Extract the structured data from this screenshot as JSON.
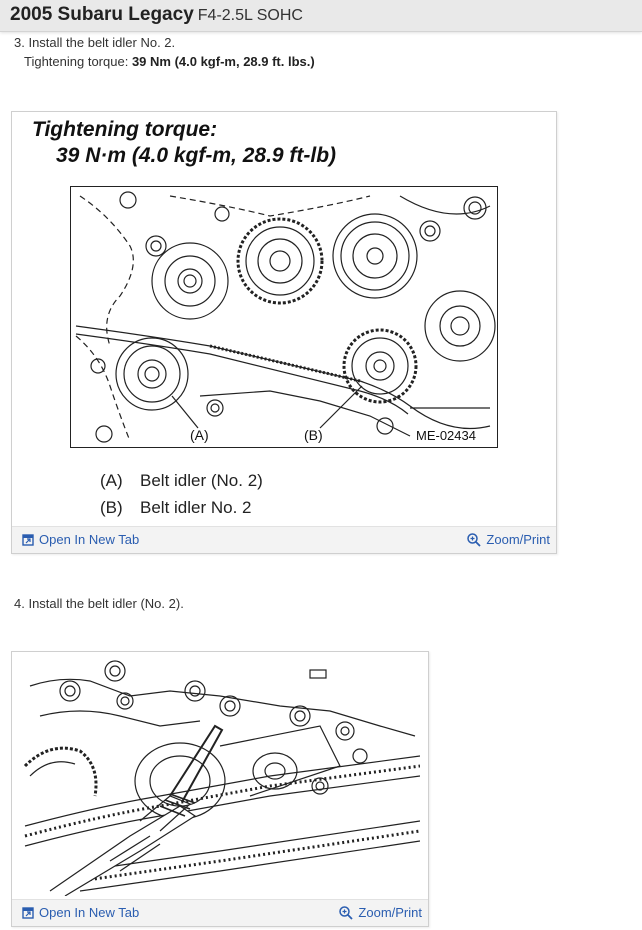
{
  "header": {
    "title": "2005 Subaru Legacy",
    "subtitle": "F4-2.5L SOHC"
  },
  "step3": {
    "line1": "3. Install the belt idler No. 2.",
    "torque_label": "Tightening torque: ",
    "torque_value": "39 Nm (4.0 kgf-m, 28.9 ft. lbs.)"
  },
  "figure1": {
    "title_line1": "Tightening torque:",
    "title_line2": "39 N·m (4.0 kgf-m, 28.9 ft-lb)",
    "callout_a": "(A)",
    "callout_b": "(B)",
    "code": "ME-02434",
    "legend": [
      {
        "key": "(A)",
        "text": "Belt idler (No. 2)"
      },
      {
        "key": "(B)",
        "text": "Belt idler No. 2"
      }
    ],
    "open_tab": "Open In New Tab",
    "zoom": "Zoom/Print"
  },
  "step4": {
    "line1": "4. Install the belt idler (No. 2)."
  },
  "figure2": {
    "open_tab": "Open In New Tab",
    "zoom": "Zoom/Print"
  }
}
